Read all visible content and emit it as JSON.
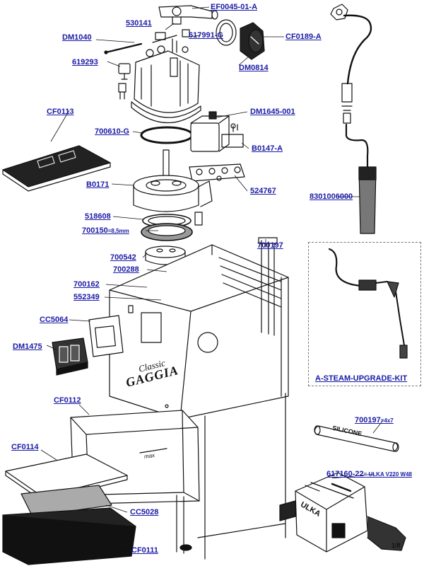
{
  "diagram": {
    "parts": {
      "EF0045_01_A": "EF0045-01-A",
      "p530141": "530141",
      "DM1040": "DM1040",
      "p617991_G": "617991-G",
      "CF0189_A": "CF0189-A",
      "DM0814": "DM0814",
      "p619293": "619293",
      "CF0113": "CF0113",
      "DM1645_001": "DM1645-001",
      "p700610_G": "700610-G",
      "B0147_A": "B0147-A",
      "B0171": "B0171",
      "p524767": "524767",
      "p8301006000": "8301006000",
      "p518608": "518608",
      "p700150": "700150",
      "p700150_note": "=8,5mm",
      "p700197_top": "700197",
      "p700542": "700542",
      "p700288": "700288",
      "p700162": "700162",
      "p552349": "552349",
      "CC5064": "CC5064",
      "DM1475": "DM1475",
      "A_STEAM_UPGRADE_KIT": "A-STEAM-UPGRADE-KIT",
      "CF0112": "CF0112",
      "p700197_tube": "700197",
      "p700197_note": "=4x7",
      "CF0114": "CF0114",
      "p617160_22": "617160-22",
      "p617160_22_note": "= ULKA V220 W48",
      "CC5028": "CC5028",
      "CF0111": "CF0111"
    },
    "printed_text": {
      "brand_script": "Classic",
      "brand": "GAGGIA",
      "max_mark": "max",
      "silicone": "SILICONE",
      "pump_brand": "ULKA",
      "pump_fitting": "1/8"
    }
  }
}
